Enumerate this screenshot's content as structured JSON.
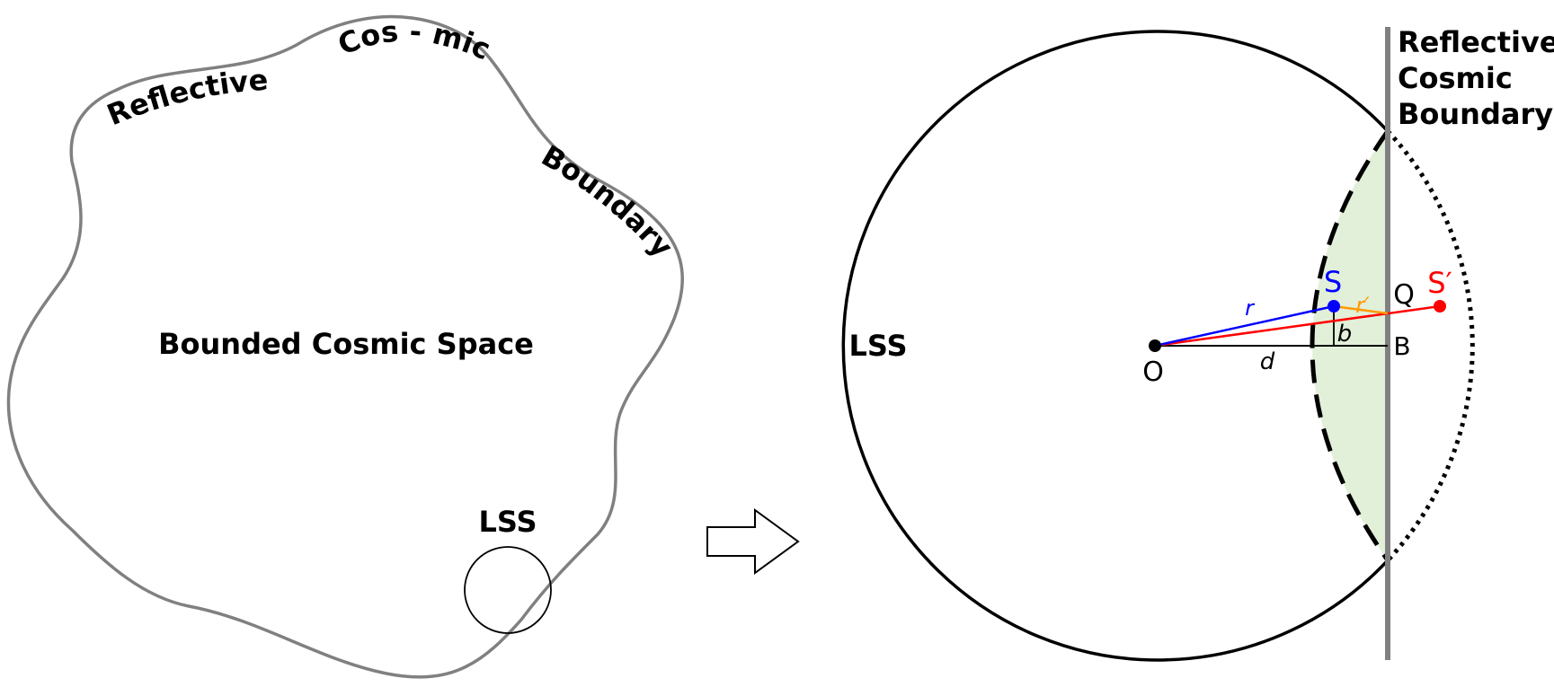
{
  "left_panel": {
    "boundary_words": [
      "Reflective",
      "Cos - mic",
      "Boundary"
    ],
    "space_label": "Bounded Cosmic Space",
    "lss_label": "LSS"
  },
  "right_panel": {
    "lss_label": "LSS",
    "boundary_label_lines": [
      "Reflective",
      "Cosmic",
      "Boundary"
    ],
    "points": {
      "O": "O",
      "S": "S",
      "S_prime": "S′",
      "Q": "Q",
      "B": "B"
    },
    "segments": {
      "r": "r",
      "r_prime": "r′",
      "b": "b",
      "d": "d"
    }
  },
  "colors": {
    "boundary_gray": "#808080",
    "source_blue": "#0000ff",
    "image_red": "#ff0000",
    "r_prime_orange": "#ff9900",
    "lens_fill": "#e2efd9",
    "ink": "#000000"
  }
}
